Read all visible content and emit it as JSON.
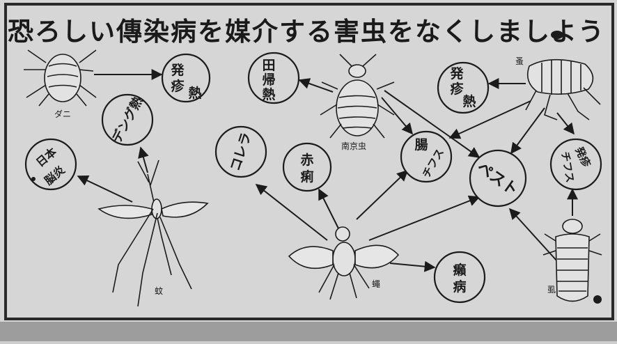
{
  "title": "恐ろしい傳染病を媒介する害虫をなくしましよう",
  "colors": {
    "paper": "#d6d6d6",
    "ink": "#1b1b1b",
    "border": "#2a2a2a",
    "bottom_band": "#9d9d9d"
  },
  "insects": {
    "mite": "ダニ",
    "louse_body": "南京虫",
    "flea": "蚤",
    "mosquito": "蚊",
    "fly": "蠅",
    "louse": "虱"
  },
  "diseases": {
    "hasshin_netsu_top": [
      "発",
      "疹",
      "熱"
    ],
    "tsutsugamushi": [
      "田",
      "帰",
      "熱"
    ],
    "hasshin_netsu_right": [
      "発",
      "疹",
      "熱"
    ],
    "dengue": "デング熱",
    "japanese_encephalitis": [
      "日本",
      "脳炎"
    ],
    "cholera": "コレラ",
    "sekiri": [
      "赤",
      "痢"
    ],
    "chou_typhus": [
      "腸",
      "チフス"
    ],
    "pest": "ペスト",
    "hasshin_typhus": [
      "発疹",
      "チフス"
    ],
    "leprosy": [
      "癩",
      "病"
    ]
  }
}
